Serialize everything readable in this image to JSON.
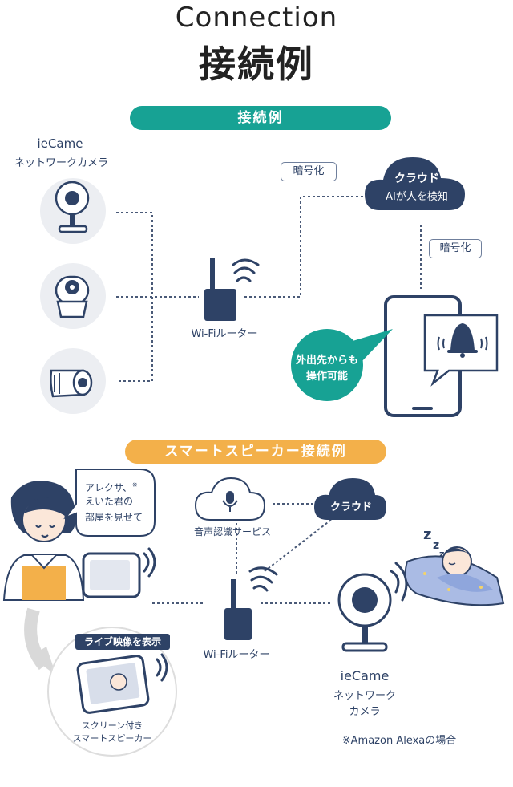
{
  "header": {
    "title_en": "Connection",
    "title_ja": "接続例"
  },
  "section1": {
    "pill": "接続例",
    "camera_title": "ieCame",
    "camera_sub": "ネットワークカメラ",
    "router": "Wi-Fiルーター",
    "encrypt1": "暗号化",
    "encrypt2": "暗号化",
    "cloud_title": "クラウド",
    "cloud_sub": "AIが人を検知",
    "remote_line1": "外出先からも",
    "remote_line2": "操作可能"
  },
  "section2": {
    "pill": "スマートスピーカー接続例",
    "speech_line1": "アレクサ、",
    "speech_mark": "※",
    "speech_line2": "えいた君の",
    "speech_line3": "部屋を見せて",
    "voice_service": "音声認識サービス",
    "cloud": "クラウド",
    "router": "Wi-Fiルーター",
    "live_badge": "ライブ映像を表示",
    "screen_line1": "スクリーン付き",
    "screen_line2": "スマートスピーカー",
    "camera_title": "ieCame",
    "camera_line1": "ネットワーク",
    "camera_line2": "カメラ",
    "note": "※Amazon Alexaの場合"
  },
  "colors": {
    "navy": "#2e4266",
    "teal": "#17a294",
    "orange": "#f3b04a",
    "grey": "#eceef2"
  }
}
